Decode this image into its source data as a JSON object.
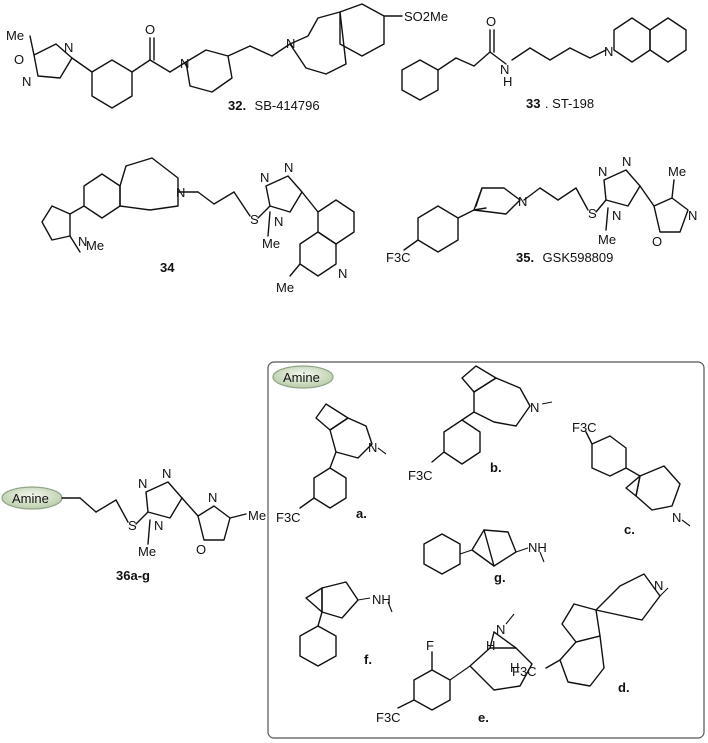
{
  "compounds": [
    {
      "id": "32",
      "name": "SB-414796"
    },
    {
      "id": "33",
      "name": "ST-198"
    },
    {
      "id": "34",
      "name": ""
    },
    {
      "id": "35",
      "name": "GSK598809"
    },
    {
      "id": "36a-g",
      "name": ""
    }
  ],
  "captions": {
    "c32_num": "32.",
    "c32_name": "SB-414796",
    "c33_num": "33",
    "c33_name": ". ST-198",
    "c34_num": "34",
    "c35_num": "35.",
    "c35_name": "GSK598809",
    "c36_num": "36a-g"
  },
  "amine_label": "Amine",
  "amine_box_label": "Amine",
  "variant_labels": {
    "a": "a.",
    "b": "b.",
    "c": "c.",
    "d": "d.",
    "e": "e.",
    "f": "f.",
    "g": "g."
  },
  "atoms": {
    "me": "Me",
    "o": "O",
    "n": "N",
    "s": "S",
    "f": "F",
    "cf3": "F3C",
    "so2me": "SO2Me",
    "h": "H",
    "nh": "NH"
  },
  "colors": {
    "ink": "#111111",
    "box_border": "#555555",
    "amine_fill": "#cfdcc3",
    "amine_border": "#8fa486"
  }
}
